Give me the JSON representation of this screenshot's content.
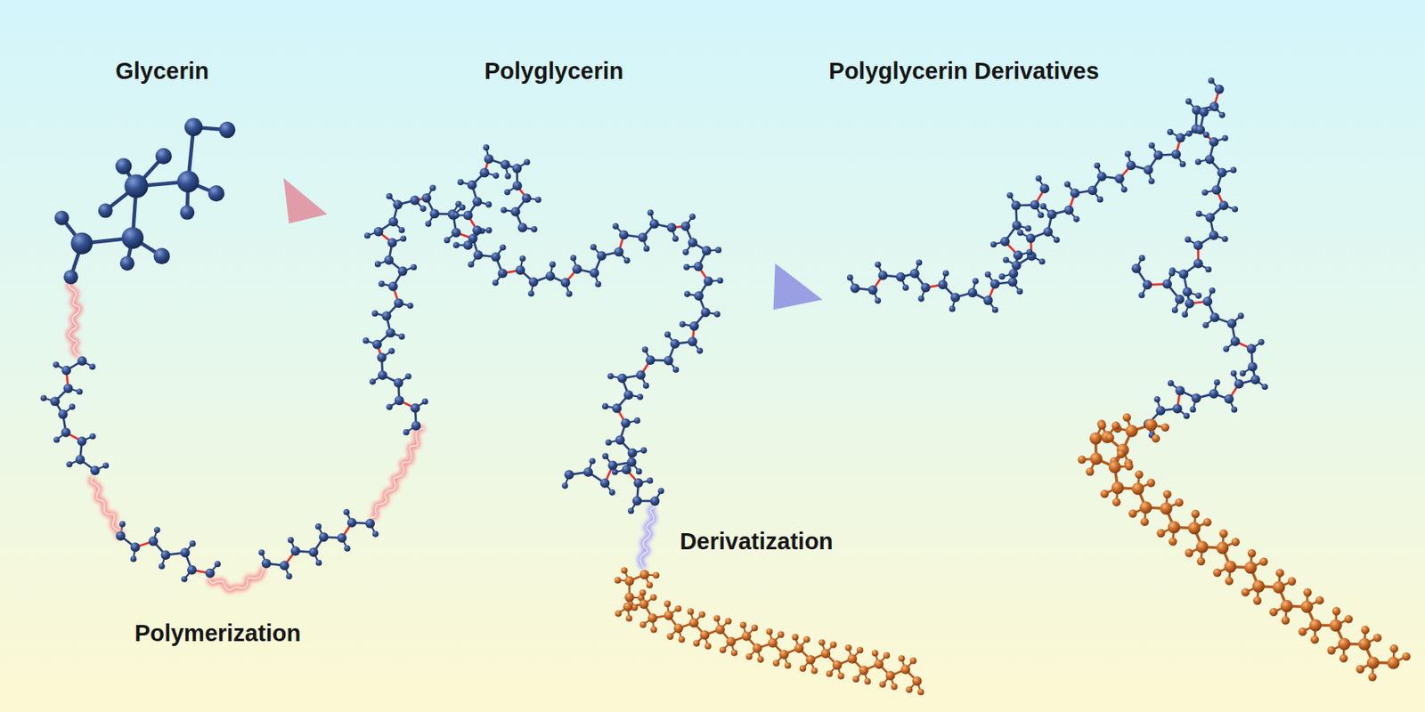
{
  "diagram": {
    "labels": [
      "Glycerin",
      "Polyglycerin",
      "Polyglycerin Derivatives",
      "Polymerization",
      "Derivatization"
    ]
  }
}
